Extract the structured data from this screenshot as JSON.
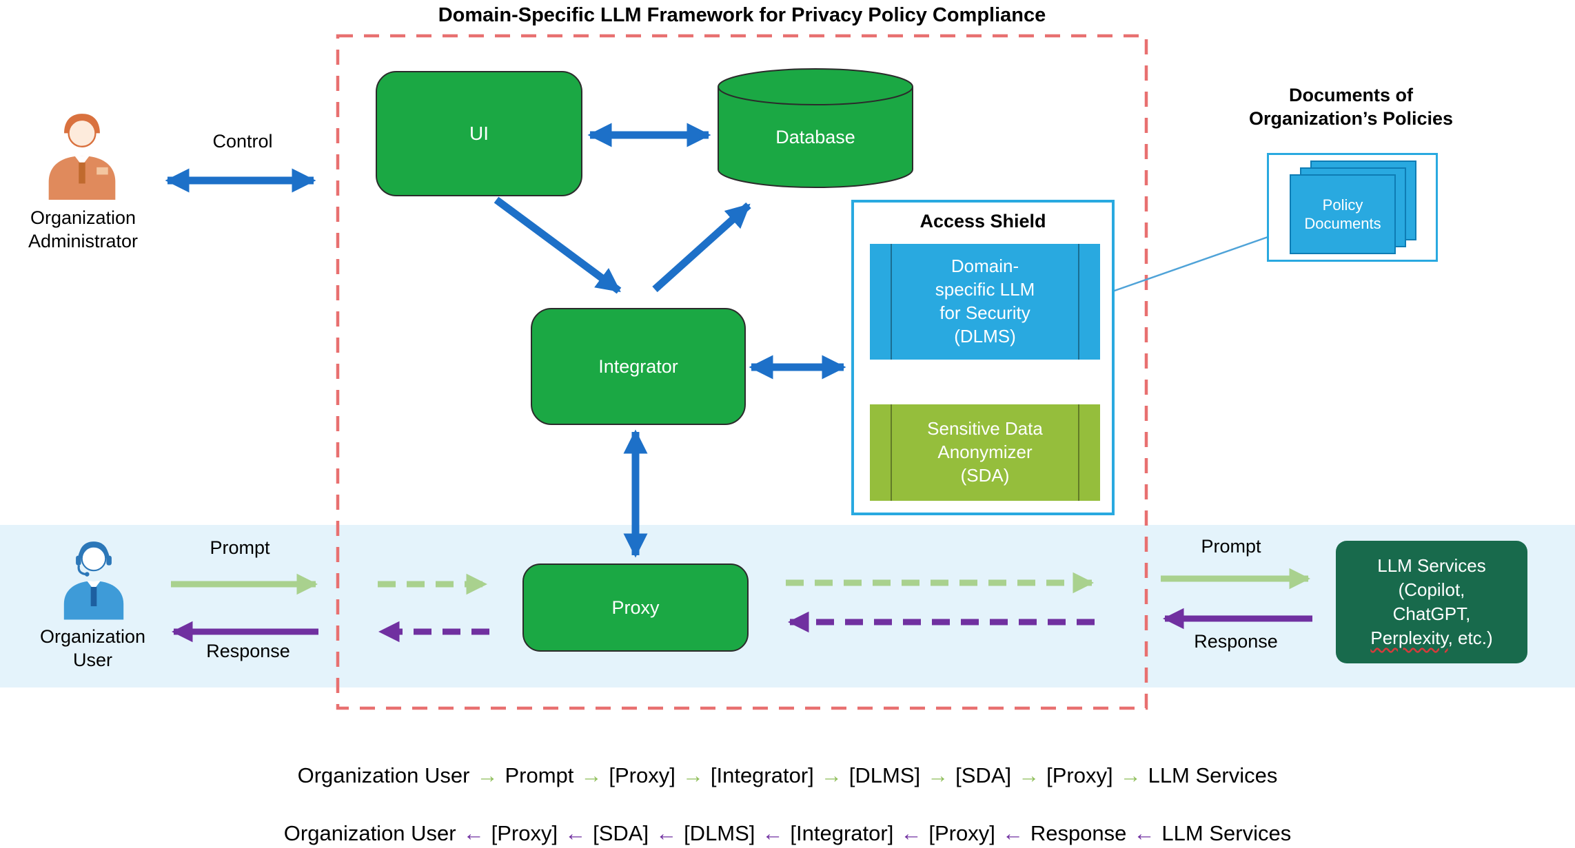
{
  "title": "Domain-Specific LLM Framework for Privacy Policy Compliance",
  "nodes": {
    "ui": "UI",
    "database": "Database",
    "integrator": "Integrator",
    "proxy": "Proxy"
  },
  "access_shield": {
    "title": "Access Shield",
    "dlms": "Domain-specific LLM for Security (DLMS)",
    "sda": "Sensitive Data Anonymizer (SDA)"
  },
  "actors": {
    "admin": {
      "label": "Organization Administrator"
    },
    "user": {
      "label": "Organization User"
    }
  },
  "edge_labels": {
    "control": "Control",
    "prompt_left": "Prompt",
    "response_left": "Response",
    "prompt_right": "Prompt",
    "response_right": "Response"
  },
  "documents": {
    "title": "Documents of Organization’s Policies",
    "icon_label": "Policy Documents"
  },
  "llm_services": {
    "line1": "LLM Services",
    "line2": "(Copilot,",
    "line3": "ChatGPT,",
    "underlined_word": "Perplexity",
    "line4_rest": ",  etc.)"
  },
  "flows": {
    "forward": {
      "arrow": "→",
      "arrow_color": "#8FBE5A",
      "tokens": [
        "Organization User",
        "Prompt",
        "[Proxy]",
        "[Integrator]",
        "[DLMS]",
        "[SDA]",
        "[Proxy]",
        "LLM Services"
      ]
    },
    "backward": {
      "arrow": "←",
      "arrow_color": "#7030A0",
      "tokens": [
        "Organization User",
        "[Proxy]",
        "[SDA]",
        "[DLMS]",
        "[Integrator]",
        "[Proxy]",
        "Response",
        "LLM Services"
      ]
    }
  },
  "colors": {
    "node_green": "#1BA844",
    "llm_dark_green": "#186A4C",
    "arrow_blue": "#1D70C8",
    "shield_blue": "#29A9E0",
    "sda_olive": "#95BE3C",
    "prompt_green": "#A9D18E",
    "response_purple": "#7030A0",
    "flow_arrow_green": "#8FBE5A",
    "frame_red": "#E87070",
    "band_blue": "#E4F3FB"
  }
}
